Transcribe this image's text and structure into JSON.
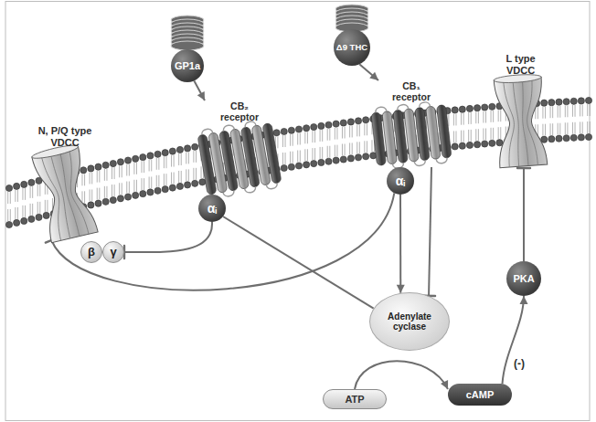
{
  "diagram": {
    "nodes": [
      {
        "text": [
          "GP1a"
        ]
      },
      {
        "text": [
          "CB₂ receptor"
        ]
      },
      {
        "text": [
          "αᵢ"
        ]
      },
      {
        "text": [
          "Δ9 THC"
        ]
      },
      {
        "text": [
          "CB₁ receptor"
        ]
      },
      {
        "text": [
          "αᵢ"
        ]
      },
      {
        "text": [
          "N, P/Q type VDCC"
        ]
      },
      {
        "text": [
          "β"
        ]
      },
      {
        "text": [
          "γ"
        ]
      },
      {
        "text": [
          "L type VDCC"
        ]
      },
      {
        "text": [
          "PKA"
        ]
      },
      {
        "text": [
          "Adenylate cyclase"
        ]
      },
      {
        "text": [
          "ATP"
        ]
      },
      {
        "text": [
          "cAMP"
        ]
      }
    ],
    "edges": [
      {
        "from": 0,
        "to": 1,
        "arrow": "to"
      },
      {
        "from": 3,
        "to": 4,
        "arrow": "to"
      },
      {
        "from": 2,
        "to": 8,
        "arrow": "to"
      },
      {
        "from": 5,
        "to": 6,
        "arrow": "to"
      },
      {
        "from": 2,
        "to": 11,
        "arrow": "none"
      },
      {
        "from": 5,
        "to": 11,
        "arrow": "to"
      },
      {
        "from": 4,
        "to": 11,
        "arrow": "to"
      },
      {
        "from": 12,
        "to": 13,
        "arrow": "to"
      },
      {
        "from": 13,
        "to": 10,
        "arrow": "to"
      },
      {
        "from": 10,
        "to": 9,
        "arrow": "to"
      }
    ],
    "labels": [
      "(-)"
    ]
  }
}
